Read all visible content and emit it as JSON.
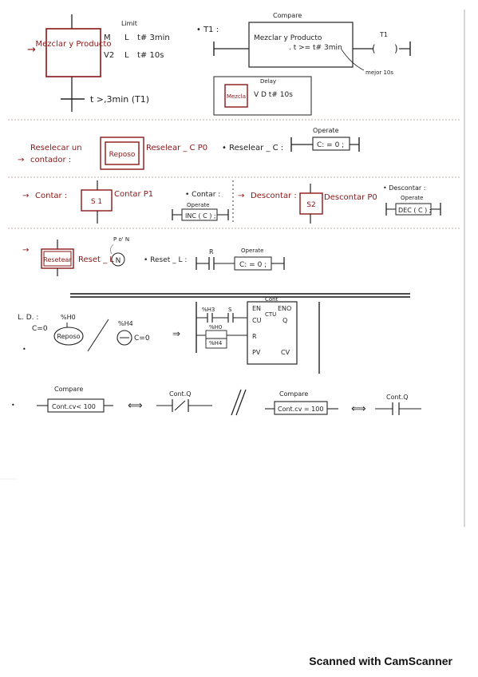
{
  "section1": {
    "step_label": "Mezclar y Producto",
    "action_header": "Limit",
    "action_rows": [
      {
        "qualifier": "M",
        "action": "L",
        "time": "t# 3min"
      },
      {
        "qualifier": "V2",
        "action": "L",
        "time": "t# 10s"
      }
    ],
    "transition_label": "t >,3min (T1)",
    "t1_prefix": "• T1 :",
    "compare_header": "Compare",
    "compare_step": "Mezclar y Producto",
    "compare_expr": ". t >= t# 3min",
    "coil_label": "T1",
    "note": "mejor 10s",
    "delay_header": "Delay",
    "delay_step": "Mezcla",
    "delay_action": "V D t# 10s"
  },
  "section2": {
    "left_label_line1": "Reselecar un",
    "left_label_line2": "contador :",
    "step_label": "Reposo",
    "action": "Reselear _ C  P0",
    "bullet": "• Reselear _ C :",
    "operate_header": "Operate",
    "operate_expr": "C: = 0 ;"
  },
  "section3": {
    "count_label": "Contar :",
    "count_step": "S 1",
    "count_action": "Contar P1",
    "count_bullet": "• Contar :",
    "count_operate_header": "Operate",
    "count_operate_expr": "INC ( C ) ;",
    "discount_label": "Descontar :",
    "discount_step": "S2",
    "discount_action": "Descontar  P0",
    "discount_bullet": "• Descontar :",
    "discount_operate_header": "Operate",
    "discount_operate_expr": "DEC ( C ) ;"
  },
  "section4": {
    "step_label": "Resetear",
    "action": "Reset _ L",
    "action_qualifier": "N",
    "annotation": "P o' N",
    "bullet": "• Reset _ L :",
    "contact_label": "R",
    "operate_header": "Operate",
    "operate_expr": "C: = 0 ;"
  },
  "section5": {
    "ld_label": "L. D. :",
    "cond_c": "C=0",
    "contact_top": "%H0",
    "step_left": "Reposo",
    "contact_mid": "%H4",
    "cond_right": "C=0",
    "arrow": "⇒",
    "in1": "%H3",
    "in1_tag": "S",
    "in2": "%H0",
    "in3": "%H4",
    "fb_header": "Cont",
    "fb_name": "CTU",
    "fb_pins": {
      "en": "EN",
      "eno": "ENO",
      "cu": "CU",
      "q": "Q",
      "r": "R",
      "pv": "PV",
      "cv": "CV"
    }
  },
  "section6": {
    "compare1_header": "Compare",
    "compare1_expr": "Cont.cv< 100",
    "equiv": "⟺",
    "contact1_label": "Cont.Q",
    "compare2_header": "Compare",
    "compare2_expr": "Cont.cv = 100",
    "contact2_label": "Cont.Q"
  },
  "footer": "Scanned with CamScanner",
  "colors": {
    "ink": "#222222",
    "accent": "#8a1616",
    "paper": "#ffffff"
  }
}
